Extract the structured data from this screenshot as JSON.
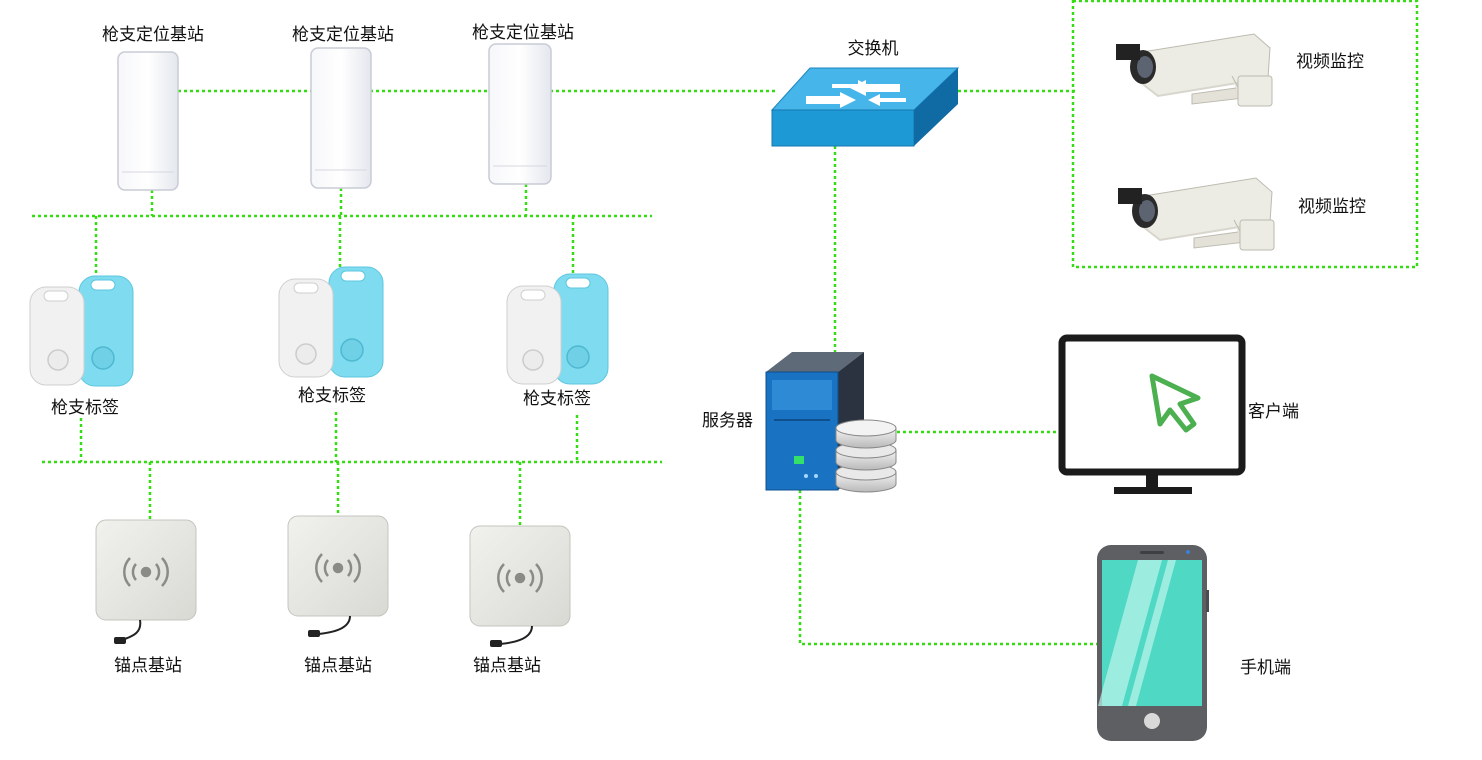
{
  "gun_base_station_label": "枪支定位基站",
  "gun_tag_label": "枪支标签",
  "anchor_base_station_label": "锚点基站",
  "switch_label": "交换机",
  "video_monitor_label": "视频监控",
  "server_label": "服务器",
  "client_label": "客户端",
  "mobile_label": "手机端",
  "colors": {
    "link": "#33dd11",
    "switch": "#1d9ad6",
    "tag_blue": "#7fdcf0",
    "phone_screen": "#4fd8c4",
    "cursor": "#4caf50"
  }
}
